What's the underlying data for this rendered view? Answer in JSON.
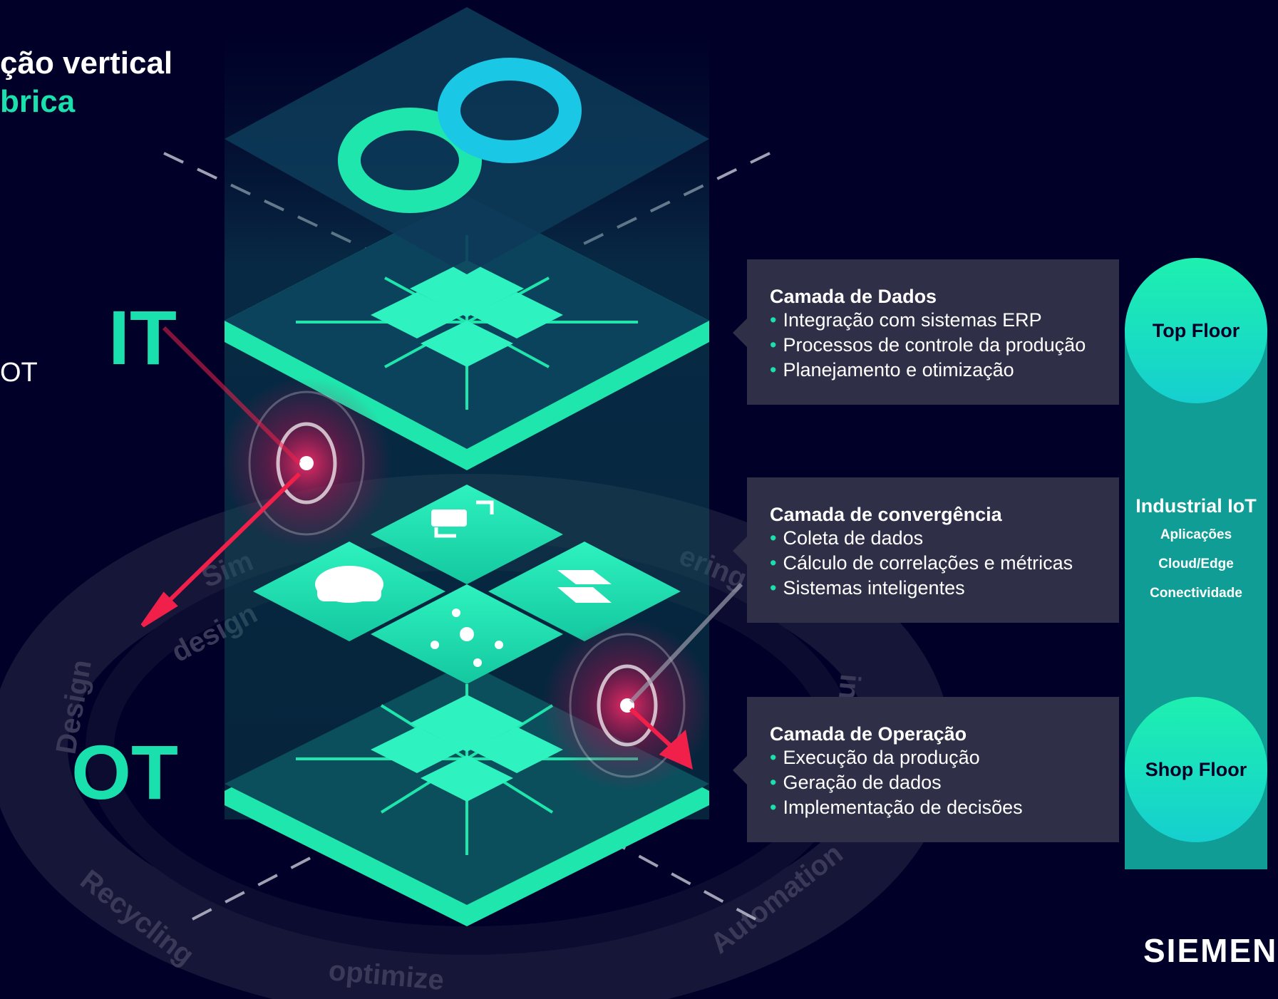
{
  "title": {
    "line1": "ção vertical",
    "line2": "brica"
  },
  "side_text": "OT",
  "labels": {
    "it": "IT",
    "ot": "OT"
  },
  "ring_words": {
    "simulation": "Sim",
    "engineering": "ering",
    "design_lower": "design",
    "design": "Design",
    "recycling": "Recycling",
    "optimize": "optimize",
    "automation": "Automation",
    "ing": "ing"
  },
  "panels": [
    {
      "title": "Camada de Dados",
      "bullet": "•",
      "items": [
        "Integração com sistemas ERP",
        "Processos de controle da produção",
        "Planejamento e otimização"
      ]
    },
    {
      "title": "Camada de convergência",
      "bullet": "•",
      "items": [
        "Coleta de dados",
        "Cálculo de correlações e métricas",
        "Sistemas inteligentes"
      ]
    },
    {
      "title": "Camada de Operação",
      "bullet": "•",
      "items": [
        "Execução da produção",
        "Geração de dados",
        "Implementação de decisões"
      ]
    }
  ],
  "levels": {
    "top": "Top Floor",
    "middle": "Industrial IoT",
    "middle_items": [
      "Aplicações",
      "Cloud/Edge",
      "Conectividade"
    ],
    "bottom": "Shop Floor"
  },
  "brand": "SIEMENS",
  "colors": {
    "background": "#000028",
    "accent": "#19e0ad",
    "panel": "#2f2f48",
    "bar": "#0f9d95",
    "arrow": "#f0204a"
  }
}
